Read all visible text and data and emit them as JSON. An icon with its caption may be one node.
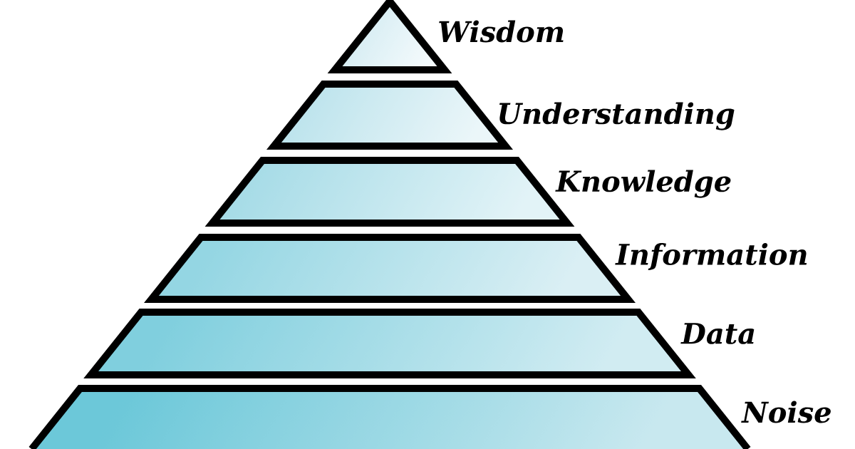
{
  "diagram": {
    "nodes": [
      {
        "text": [],
        "shape": "triangle",
        "beside": [
          "Wisdom"
        ]
      },
      {
        "text": [],
        "shape": "trapezoid",
        "beside": [
          "Understanding"
        ]
      },
      {
        "text": [],
        "shape": "trapezoid",
        "beside": [
          "Knowledge"
        ]
      },
      {
        "text": [],
        "shape": "trapezoid",
        "beside": [
          "Information"
        ]
      },
      {
        "text": [],
        "shape": "trapezoid",
        "beside": [
          "Data"
        ]
      },
      {
        "text": [],
        "shape": "trapezoid",
        "beside": [
          "Noise"
        ]
      }
    ]
  }
}
